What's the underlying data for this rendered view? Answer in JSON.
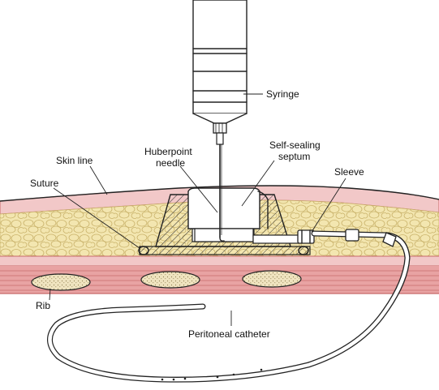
{
  "labels": {
    "syringe": "Syringe",
    "needle_1": "Huberpoint",
    "needle_2": "needle",
    "septum_1": "Self-sealing",
    "septum_2": "septum",
    "skin": "Skin line",
    "suture": "Suture",
    "sleeve": "Sleeve",
    "rib": "Rib",
    "catheter": "Peritoneal catheter"
  },
  "colors": {
    "fat": "#f3e6b0",
    "fat_outline": "#c9b26a",
    "dermis": "#f2c8c8",
    "muscle": "#e8a3a3",
    "muscle_line": "#c86a6a",
    "rib_fill": "#efe3bf",
    "ink": "#222222"
  }
}
